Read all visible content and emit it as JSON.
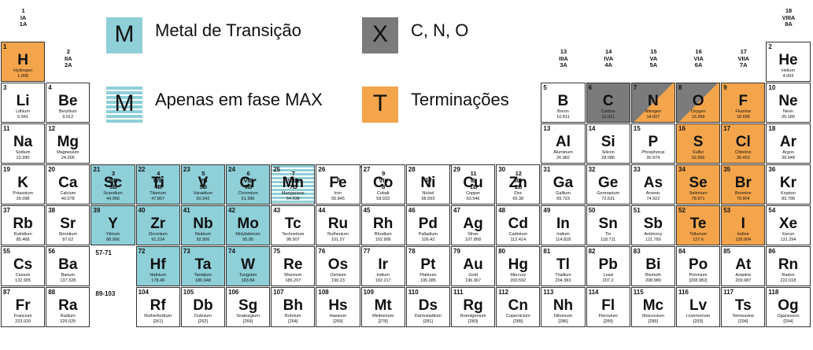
{
  "legend": [
    {
      "symbol": "M",
      "label": "Metal de Transição",
      "style": "m",
      "box": "#8ecfd8"
    },
    {
      "symbol": "X",
      "label": "C, N, O",
      "style": "x",
      "box": "#7b7b7b"
    },
    {
      "symbol": "M",
      "label": "Apenas em fase MAX",
      "style": "mx",
      "box": "#8ecfd8"
    },
    {
      "symbol": "T",
      "label": "Terminações",
      "style": "t",
      "box": "#f4a54b"
    }
  ],
  "colors": {
    "transition": "#8ecfd8",
    "cno": "#7b7b7b",
    "termination": "#f4a54b"
  },
  "group_labels": [
    {
      "col": 1,
      "row": 0,
      "text": "1\nIA\n1A"
    },
    {
      "col": 2,
      "row": 1,
      "text": "2\nIIA\n2A"
    },
    {
      "col": 3,
      "row": 3,
      "text": "3\nIIIB\n3B"
    },
    {
      "col": 4,
      "row": 3,
      "text": "4\nIVB\n4B"
    },
    {
      "col": 5,
      "row": 3,
      "text": "5\nVB\n5B"
    },
    {
      "col": 6,
      "row": 3,
      "text": "6\nVIB\n6B"
    },
    {
      "col": 7,
      "row": 3,
      "text": "7\nVIIB\n7B"
    },
    {
      "col": 8,
      "row": 3,
      "text": "8"
    },
    {
      "col": 9,
      "row": 3,
      "text": "9\nVIII\n8"
    },
    {
      "col": 10,
      "row": 3,
      "text": "10"
    },
    {
      "col": 11,
      "row": 3,
      "text": "11\nIB\n1B"
    },
    {
      "col": 12,
      "row": 3,
      "text": "12\nIIB\n2B"
    },
    {
      "col": 13,
      "row": 1,
      "text": "13\nIIIA\n3A"
    },
    {
      "col": 14,
      "row": 1,
      "text": "14\nIVA\n4A"
    },
    {
      "col": 15,
      "row": 1,
      "text": "15\nVA\n5A"
    },
    {
      "col": 16,
      "row": 1,
      "text": "16\nVIA\n6A"
    },
    {
      "col": 17,
      "row": 1,
      "text": "17\nVIIA\n7A"
    },
    {
      "col": 18,
      "row": 0,
      "text": "18\nVIIIA\n8A"
    }
  ],
  "lanthanide_ranges": [
    {
      "row": 6,
      "text": "57-71"
    },
    {
      "row": 7,
      "text": "89-103"
    }
  ],
  "elements": [
    {
      "n": "1",
      "s": "H",
      "name": "Hydrogen",
      "m": "1.008",
      "p": 1,
      "g": 1,
      "c": "t"
    },
    {
      "n": "2",
      "s": "He",
      "name": "Helium",
      "m": "4.003",
      "p": 1,
      "g": 18,
      "c": ""
    },
    {
      "n": "3",
      "s": "Li",
      "name": "Lithium",
      "m": "6.941",
      "p": 2,
      "g": 1,
      "c": ""
    },
    {
      "n": "4",
      "s": "Be",
      "name": "Beryllium",
      "m": "9.012",
      "p": 2,
      "g": 2,
      "c": ""
    },
    {
      "n": "5",
      "s": "B",
      "name": "Boron",
      "m": "10.811",
      "p": 2,
      "g": 13,
      "c": ""
    },
    {
      "n": "6",
      "s": "C",
      "name": "Carbon",
      "m": "12.011",
      "p": 2,
      "g": 14,
      "c": "x"
    },
    {
      "n": "7",
      "s": "N",
      "name": "Nitrogen",
      "m": "14.007",
      "p": 2,
      "g": 15,
      "c": "xt"
    },
    {
      "n": "8",
      "s": "O",
      "name": "Oxygen",
      "m": "15.999",
      "p": 2,
      "g": 16,
      "c": "xt"
    },
    {
      "n": "9",
      "s": "F",
      "name": "Fluorine",
      "m": "18.998",
      "p": 2,
      "g": 17,
      "c": "t"
    },
    {
      "n": "10",
      "s": "Ne",
      "name": "Neon",
      "m": "20.180",
      "p": 2,
      "g": 18,
      "c": ""
    },
    {
      "n": "11",
      "s": "Na",
      "name": "Sodium",
      "m": "22.990",
      "p": 3,
      "g": 1,
      "c": ""
    },
    {
      "n": "12",
      "s": "Mg",
      "name": "Magnesium",
      "m": "24.305",
      "p": 3,
      "g": 2,
      "c": ""
    },
    {
      "n": "13",
      "s": "Al",
      "name": "Aluminum",
      "m": "26.982",
      "p": 3,
      "g": 13,
      "c": ""
    },
    {
      "n": "14",
      "s": "Si",
      "name": "Silicon",
      "m": "28.086",
      "p": 3,
      "g": 14,
      "c": ""
    },
    {
      "n": "15",
      "s": "P",
      "name": "Phosphorus",
      "m": "30.974",
      "p": 3,
      "g": 15,
      "c": ""
    },
    {
      "n": "16",
      "s": "S",
      "name": "Sulfur",
      "m": "32.066",
      "p": 3,
      "g": 16,
      "c": "t"
    },
    {
      "n": "17",
      "s": "Cl",
      "name": "Chlorine",
      "m": "35.453",
      "p": 3,
      "g": 17,
      "c": "t"
    },
    {
      "n": "18",
      "s": "Ar",
      "name": "Argon",
      "m": "39.948",
      "p": 3,
      "g": 18,
      "c": ""
    },
    {
      "n": "19",
      "s": "K",
      "name": "Potassium",
      "m": "39.098",
      "p": 4,
      "g": 1,
      "c": ""
    },
    {
      "n": "20",
      "s": "Ca",
      "name": "Calcium",
      "m": "40.078",
      "p": 4,
      "g": 2,
      "c": ""
    },
    {
      "n": "21",
      "s": "Sc",
      "name": "Scandium",
      "m": "44.956",
      "p": 4,
      "g": 3,
      "c": "m"
    },
    {
      "n": "22",
      "s": "Ti",
      "name": "Titanium",
      "m": "47.867",
      "p": 4,
      "g": 4,
      "c": "m"
    },
    {
      "n": "23",
      "s": "V",
      "name": "Vanadium",
      "m": "50.942",
      "p": 4,
      "g": 5,
      "c": "m"
    },
    {
      "n": "24",
      "s": "Cr",
      "name": "Chromium",
      "m": "51.996",
      "p": 4,
      "g": 6,
      "c": "m"
    },
    {
      "n": "25",
      "s": "Mn",
      "name": "Manganese",
      "m": "54.938",
      "p": 4,
      "g": 7,
      "c": "mx"
    },
    {
      "n": "26",
      "s": "Fe",
      "name": "Iron",
      "m": "55.845",
      "p": 4,
      "g": 8,
      "c": ""
    },
    {
      "n": "27",
      "s": "Co",
      "name": "Cobalt",
      "m": "58.933",
      "p": 4,
      "g": 9,
      "c": ""
    },
    {
      "n": "28",
      "s": "Ni",
      "name": "Nickel",
      "m": "58.693",
      "p": 4,
      "g": 10,
      "c": ""
    },
    {
      "n": "29",
      "s": "Cu",
      "name": "Copper",
      "m": "63.546",
      "p": 4,
      "g": 11,
      "c": ""
    },
    {
      "n": "30",
      "s": "Zn",
      "name": "Zinc",
      "m": "65.38",
      "p": 4,
      "g": 12,
      "c": ""
    },
    {
      "n": "31",
      "s": "Ga",
      "name": "Gallium",
      "m": "69.723",
      "p": 4,
      "g": 13,
      "c": ""
    },
    {
      "n": "32",
      "s": "Ge",
      "name": "Germanium",
      "m": "72.631",
      "p": 4,
      "g": 14,
      "c": ""
    },
    {
      "n": "33",
      "s": "As",
      "name": "Arsenic",
      "m": "74.922",
      "p": 4,
      "g": 15,
      "c": ""
    },
    {
      "n": "34",
      "s": "Se",
      "name": "Selenium",
      "m": "78.971",
      "p": 4,
      "g": 16,
      "c": "t"
    },
    {
      "n": "35",
      "s": "Br",
      "name": "Bromine",
      "m": "79.904",
      "p": 4,
      "g": 17,
      "c": "t"
    },
    {
      "n": "36",
      "s": "Kr",
      "name": "Krypton",
      "m": "83.798",
      "p": 4,
      "g": 18,
      "c": ""
    },
    {
      "n": "37",
      "s": "Rb",
      "name": "Rubidium",
      "m": "85.468",
      "p": 5,
      "g": 1,
      "c": ""
    },
    {
      "n": "38",
      "s": "Sr",
      "name": "Strontium",
      "m": "87.62",
      "p": 5,
      "g": 2,
      "c": ""
    },
    {
      "n": "39",
      "s": "Y",
      "name": "Yttrium",
      "m": "88.906",
      "p": 5,
      "g": 3,
      "c": "m"
    },
    {
      "n": "40",
      "s": "Zr",
      "name": "Zirconium",
      "m": "91.224",
      "p": 5,
      "g": 4,
      "c": "m"
    },
    {
      "n": "41",
      "s": "Nb",
      "name": "Niobium",
      "m": "92.906",
      "p": 5,
      "g": 5,
      "c": "m"
    },
    {
      "n": "42",
      "s": "Mo",
      "name": "Molybdenum",
      "m": "95.95",
      "p": 5,
      "g": 6,
      "c": "m"
    },
    {
      "n": "43",
      "s": "Tc",
      "name": "Technetium",
      "m": "98.907",
      "p": 5,
      "g": 7,
      "c": ""
    },
    {
      "n": "44",
      "s": "Ru",
      "name": "Ruthenium",
      "m": "101.07",
      "p": 5,
      "g": 8,
      "c": ""
    },
    {
      "n": "45",
      "s": "Rh",
      "name": "Rhodium",
      "m": "102.906",
      "p": 5,
      "g": 9,
      "c": ""
    },
    {
      "n": "46",
      "s": "Pd",
      "name": "Palladium",
      "m": "106.42",
      "p": 5,
      "g": 10,
      "c": ""
    },
    {
      "n": "47",
      "s": "Ag",
      "name": "Silver",
      "m": "107.868",
      "p": 5,
      "g": 11,
      "c": ""
    },
    {
      "n": "48",
      "s": "Cd",
      "name": "Cadmium",
      "m": "112.414",
      "p": 5,
      "g": 12,
      "c": ""
    },
    {
      "n": "49",
      "s": "In",
      "name": "Indium",
      "m": "114.818",
      "p": 5,
      "g": 13,
      "c": ""
    },
    {
      "n": "50",
      "s": "Sn",
      "name": "Tin",
      "m": "118.711",
      "p": 5,
      "g": 14,
      "c": ""
    },
    {
      "n": "51",
      "s": "Sb",
      "name": "Antimony",
      "m": "121.760",
      "p": 5,
      "g": 15,
      "c": ""
    },
    {
      "n": "52",
      "s": "Te",
      "name": "Tellurium",
      "m": "127.6",
      "p": 5,
      "g": 16,
      "c": "t"
    },
    {
      "n": "53",
      "s": "I",
      "name": "Iodine",
      "m": "126.904",
      "p": 5,
      "g": 17,
      "c": "t"
    },
    {
      "n": "54",
      "s": "Xe",
      "name": "Xenon",
      "m": "131.294",
      "p": 5,
      "g": 18,
      "c": ""
    },
    {
      "n": "55",
      "s": "Cs",
      "name": "Cesium",
      "m": "132.905",
      "p": 6,
      "g": 1,
      "c": ""
    },
    {
      "n": "56",
      "s": "Ba",
      "name": "Barium",
      "m": "137.328",
      "p": 6,
      "g": 2,
      "c": ""
    },
    {
      "n": "72",
      "s": "Hf",
      "name": "Hafnium",
      "m": "178.49",
      "p": 6,
      "g": 4,
      "c": "m"
    },
    {
      "n": "73",
      "s": "Ta",
      "name": "Tantalum",
      "m": "180.948",
      "p": 6,
      "g": 5,
      "c": "m"
    },
    {
      "n": "74",
      "s": "W",
      "name": "Tungsten",
      "m": "183.84",
      "p": 6,
      "g": 6,
      "c": "m"
    },
    {
      "n": "75",
      "s": "Re",
      "name": "Rhenium",
      "m": "186.207",
      "p": 6,
      "g": 7,
      "c": ""
    },
    {
      "n": "76",
      "s": "Os",
      "name": "Osmium",
      "m": "190.23",
      "p": 6,
      "g": 8,
      "c": ""
    },
    {
      "n": "77",
      "s": "Ir",
      "name": "Iridium",
      "m": "192.217",
      "p": 6,
      "g": 9,
      "c": ""
    },
    {
      "n": "78",
      "s": "Pt",
      "name": "Platinum",
      "m": "195.085",
      "p": 6,
      "g": 10,
      "c": ""
    },
    {
      "n": "79",
      "s": "Au",
      "name": "Gold",
      "m": "196.967",
      "p": 6,
      "g": 11,
      "c": ""
    },
    {
      "n": "80",
      "s": "Hg",
      "name": "Mercury",
      "m": "200.592",
      "p": 6,
      "g": 12,
      "c": ""
    },
    {
      "n": "81",
      "s": "Tl",
      "name": "Thallium",
      "m": "204.383",
      "p": 6,
      "g": 13,
      "c": ""
    },
    {
      "n": "82",
      "s": "Pb",
      "name": "Lead",
      "m": "207.2",
      "p": 6,
      "g": 14,
      "c": ""
    },
    {
      "n": "83",
      "s": "Bi",
      "name": "Bismuth",
      "m": "208.980",
      "p": 6,
      "g": 15,
      "c": ""
    },
    {
      "n": "84",
      "s": "Po",
      "name": "Polonium",
      "m": "[208.982]",
      "p": 6,
      "g": 16,
      "c": ""
    },
    {
      "n": "85",
      "s": "At",
      "name": "Astatine",
      "m": "209.987",
      "p": 6,
      "g": 17,
      "c": ""
    },
    {
      "n": "86",
      "s": "Rn",
      "name": "Radon",
      "m": "222.018",
      "p": 6,
      "g": 18,
      "c": ""
    },
    {
      "n": "87",
      "s": "Fr",
      "name": "Francium",
      "m": "223.020",
      "p": 7,
      "g": 1,
      "c": ""
    },
    {
      "n": "88",
      "s": "Ra",
      "name": "Radium",
      "m": "226.025",
      "p": 7,
      "g": 2,
      "c": ""
    },
    {
      "n": "104",
      "s": "Rf",
      "name": "Rutherfordium",
      "m": "[261]",
      "p": 7,
      "g": 4,
      "c": ""
    },
    {
      "n": "105",
      "s": "Db",
      "name": "Dubnium",
      "m": "[262]",
      "p": 7,
      "g": 5,
      "c": ""
    },
    {
      "n": "106",
      "s": "Sg",
      "name": "Seaborgium",
      "m": "[266]",
      "p": 7,
      "g": 6,
      "c": ""
    },
    {
      "n": "107",
      "s": "Bh",
      "name": "Bohrium",
      "m": "[264]",
      "p": 7,
      "g": 7,
      "c": ""
    },
    {
      "n": "108",
      "s": "Hs",
      "name": "Hassium",
      "m": "[269]",
      "p": 7,
      "g": 8,
      "c": ""
    },
    {
      "n": "109",
      "s": "Mt",
      "name": "Meitnerium",
      "m": "[278]",
      "p": 7,
      "g": 9,
      "c": ""
    },
    {
      "n": "110",
      "s": "Ds",
      "name": "Darmstadtium",
      "m": "[281]",
      "p": 7,
      "g": 10,
      "c": ""
    },
    {
      "n": "111",
      "s": "Rg",
      "name": "Roentgenium",
      "m": "[280]",
      "p": 7,
      "g": 11,
      "c": ""
    },
    {
      "n": "112",
      "s": "Cn",
      "name": "Copernicium",
      "m": "[285]",
      "p": 7,
      "g": 12,
      "c": ""
    },
    {
      "n": "113",
      "s": "Nh",
      "name": "Nihonium",
      "m": "[286]",
      "p": 7,
      "g": 13,
      "c": ""
    },
    {
      "n": "114",
      "s": "Fl",
      "name": "Flerovium",
      "m": "[289]",
      "p": 7,
      "g": 14,
      "c": ""
    },
    {
      "n": "115",
      "s": "Mc",
      "name": "Moscovium",
      "m": "[289]",
      "p": 7,
      "g": 15,
      "c": ""
    },
    {
      "n": "116",
      "s": "Lv",
      "name": "Livermorium",
      "m": "[293]",
      "p": 7,
      "g": 16,
      "c": ""
    },
    {
      "n": "117",
      "s": "Ts",
      "name": "Tennessine",
      "m": "[294]",
      "p": 7,
      "g": 17,
      "c": ""
    },
    {
      "n": "118",
      "s": "Og",
      "name": "Oganesson",
      "m": "[294]",
      "p": 7,
      "g": 18,
      "c": ""
    }
  ]
}
